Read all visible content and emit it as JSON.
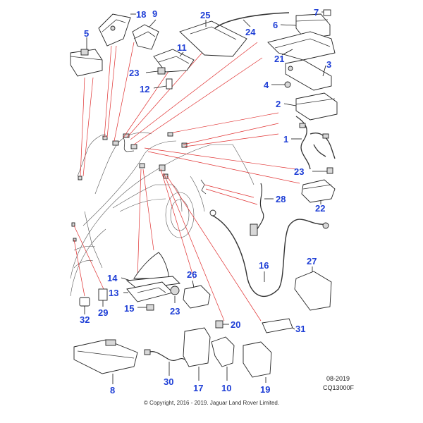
{
  "callouts": {
    "p1": "1",
    "p2": "2",
    "p3": "3",
    "p4": "4",
    "p5": "5",
    "p6": "6",
    "p7": "7",
    "p8": "8",
    "p9": "9",
    "p10": "10",
    "p11": "11",
    "p12": "12",
    "p13": "13",
    "p14": "14",
    "p15": "15",
    "p16": "16",
    "p17": "17",
    "p18": "18",
    "p19": "19",
    "p20": "20",
    "p21": "21",
    "p22": "22",
    "p23a": "23",
    "p23b": "23",
    "p23c": "23",
    "p24": "24",
    "p25": "25",
    "p26": "26",
    "p27": "27",
    "p28": "28",
    "p29": "29",
    "p30": "30",
    "p31": "31",
    "p32": "32"
  },
  "footer": {
    "date_code": "08-2019",
    "drawing_ref": "CQ13000F",
    "copyright": "© Copyright, 2016 - 2019. Jaguar Land Rover Limited."
  },
  "colors": {
    "callout": "#1f3fd6",
    "leader_lines": "#e03030",
    "outline": "#222222"
  }
}
